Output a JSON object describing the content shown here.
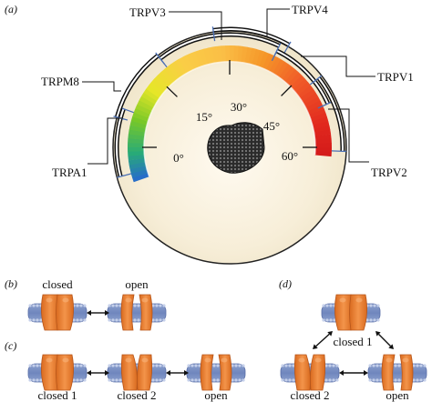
{
  "panels": {
    "a": "(a)",
    "b": "(b)",
    "c": "(c)",
    "d": "(d)"
  },
  "channels": {
    "trpv3": "TRPV3",
    "trpv4": "TRPV4",
    "trpm8": "TRPM8",
    "trpv1": "TRPV1",
    "trpa1": "TRPA1",
    "trpv2": "TRPV2"
  },
  "dial": {
    "ticks": [
      "0°",
      "15°",
      "30°",
      "45°",
      "60°"
    ]
  },
  "states": {
    "b": {
      "closed": "closed",
      "open": "open"
    },
    "c": {
      "closed1": "closed 1",
      "closed2": "closed 2",
      "open": "open"
    },
    "d": {
      "closed1": "closed 1",
      "closed2": "closed 2",
      "open": "open"
    }
  }
}
